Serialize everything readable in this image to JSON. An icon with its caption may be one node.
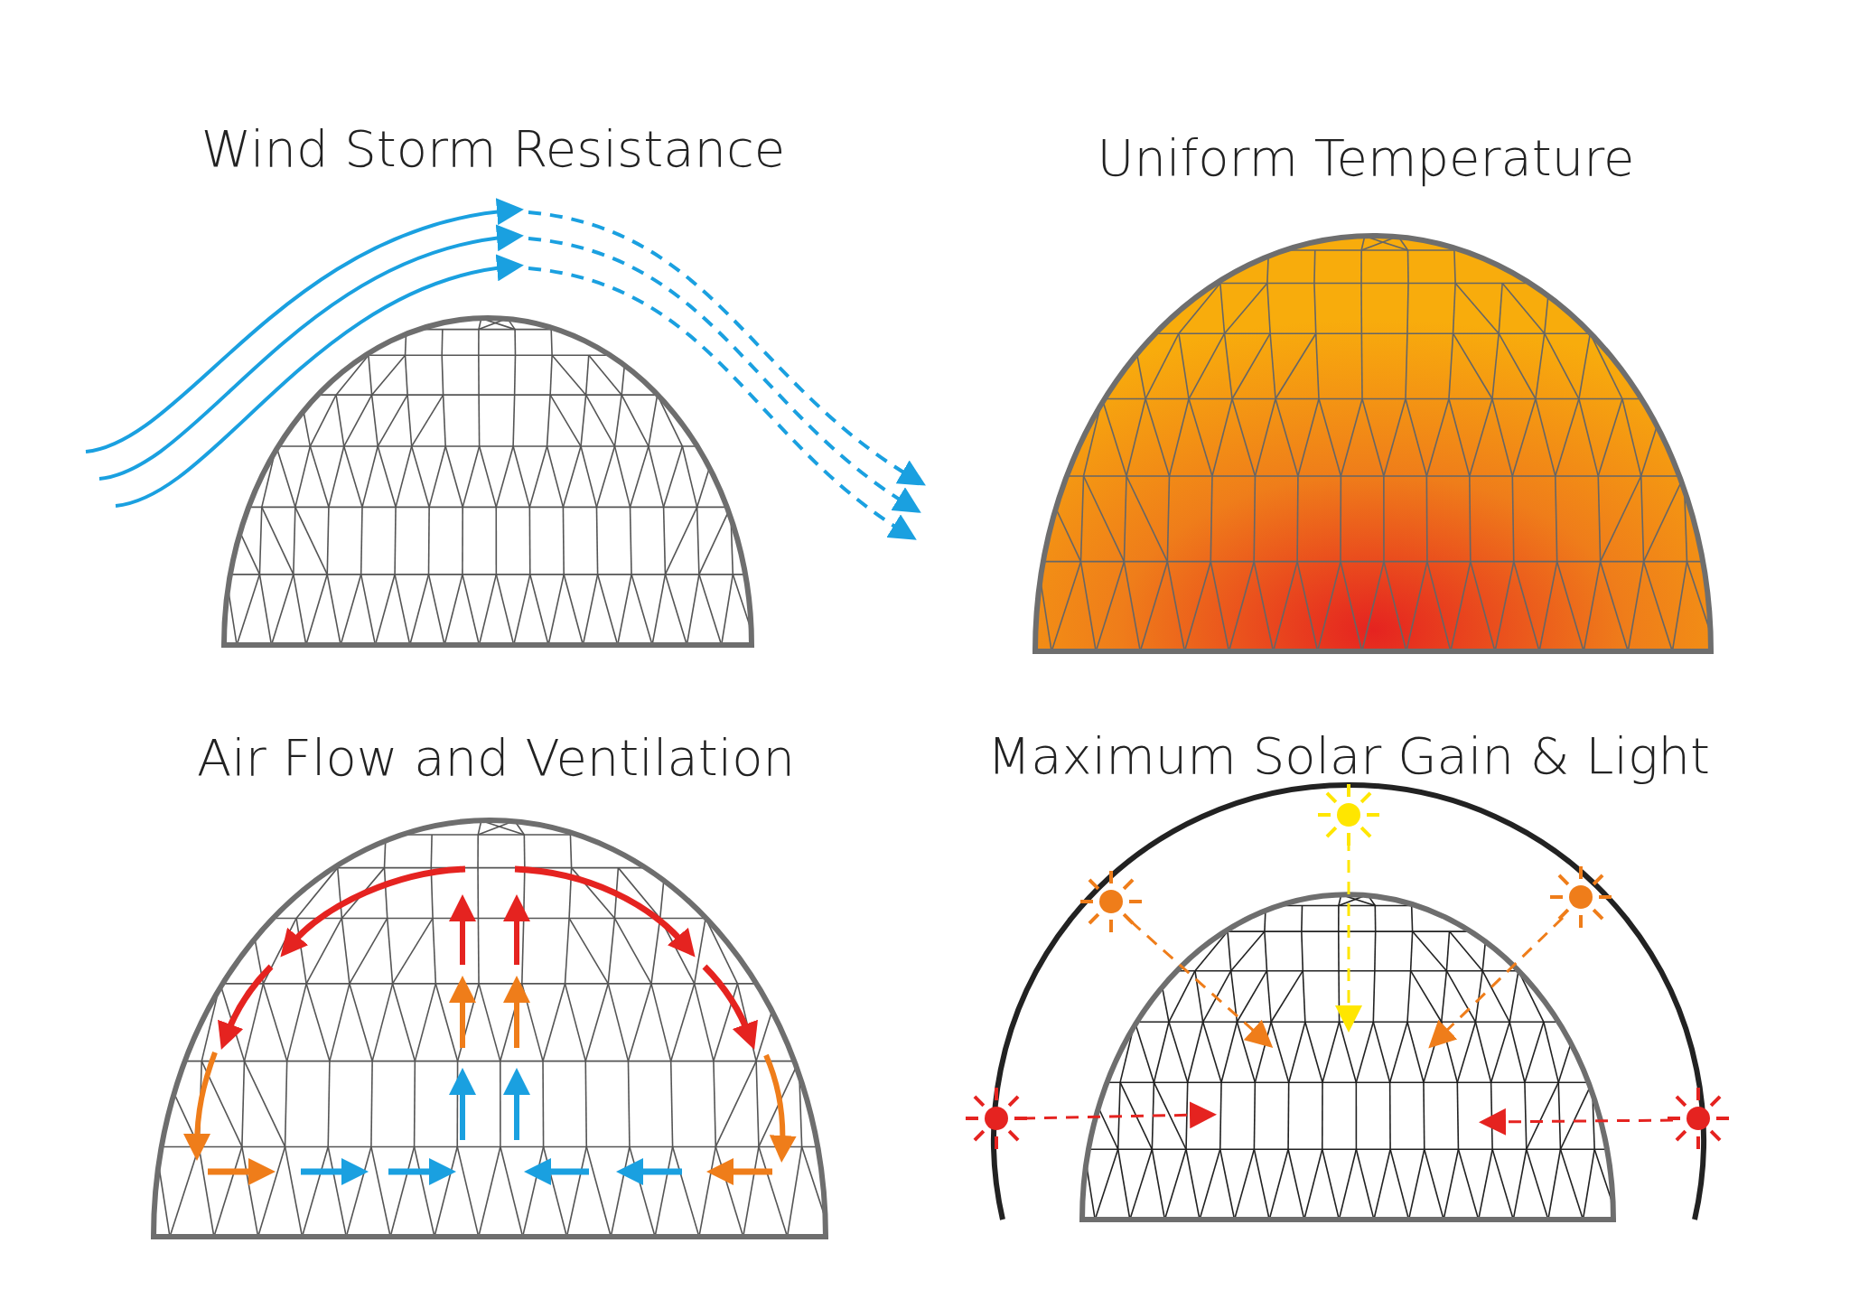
{
  "diagram": {
    "labels": [
      "Wind Storm Resistance",
      "Uniform Temperature",
      "Air Flow and Ventilation",
      "Maximum Solar Gain & Light"
    ]
  }
}
